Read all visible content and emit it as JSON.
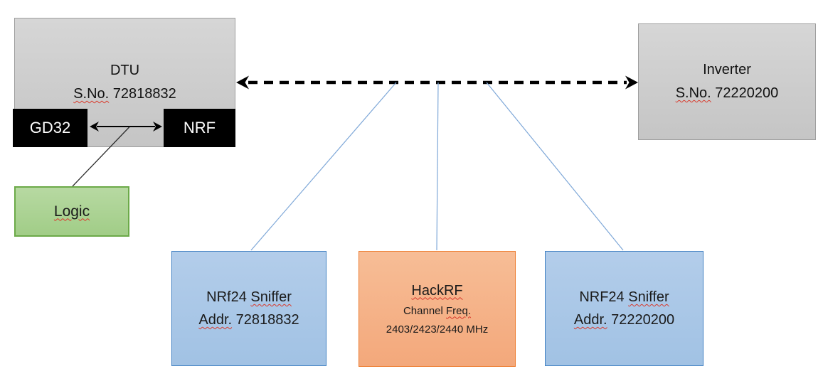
{
  "nodes": {
    "dtu": {
      "title": "DTU",
      "serial_label": "S.No.",
      "serial_value": "72818832"
    },
    "gd32": {
      "label": "GD32"
    },
    "nrf": {
      "label": "NRF"
    },
    "logic": {
      "label": "Logic"
    },
    "inverter": {
      "title": "Inverter",
      "serial_label": "S.No.",
      "serial_value": "72220200"
    },
    "sniffer_left": {
      "name_prefix": "NRf24",
      "name_word": "Sniffer",
      "addr_label": "Addr.",
      "addr_value": "72818832"
    },
    "hackrf": {
      "title": "HackRF",
      "channel_prefix": "Channel",
      "channel_word": "Freq.",
      "frequencies": "2403/2423/2440 MHz"
    },
    "sniffer_right": {
      "name_prefix": "NRF24",
      "name_word": "Sniffer",
      "addr_label": "Addr.",
      "addr_value": "72220200"
    }
  },
  "colors": {
    "gray_fill": "#cbcbcb",
    "gray_border": "#9e9e9e",
    "black_fill": "#000000",
    "green_fill": "#a9d18e",
    "green_border": "#6caa49",
    "blue_fill": "#a9c6e8",
    "blue_border": "#4181c3",
    "orange_fill": "#f4b183",
    "orange_border": "#ed7d31",
    "connector_blue": "#7fa8d8",
    "arrow_black": "#000000",
    "squiggle_red": "#d83b2d"
  }
}
